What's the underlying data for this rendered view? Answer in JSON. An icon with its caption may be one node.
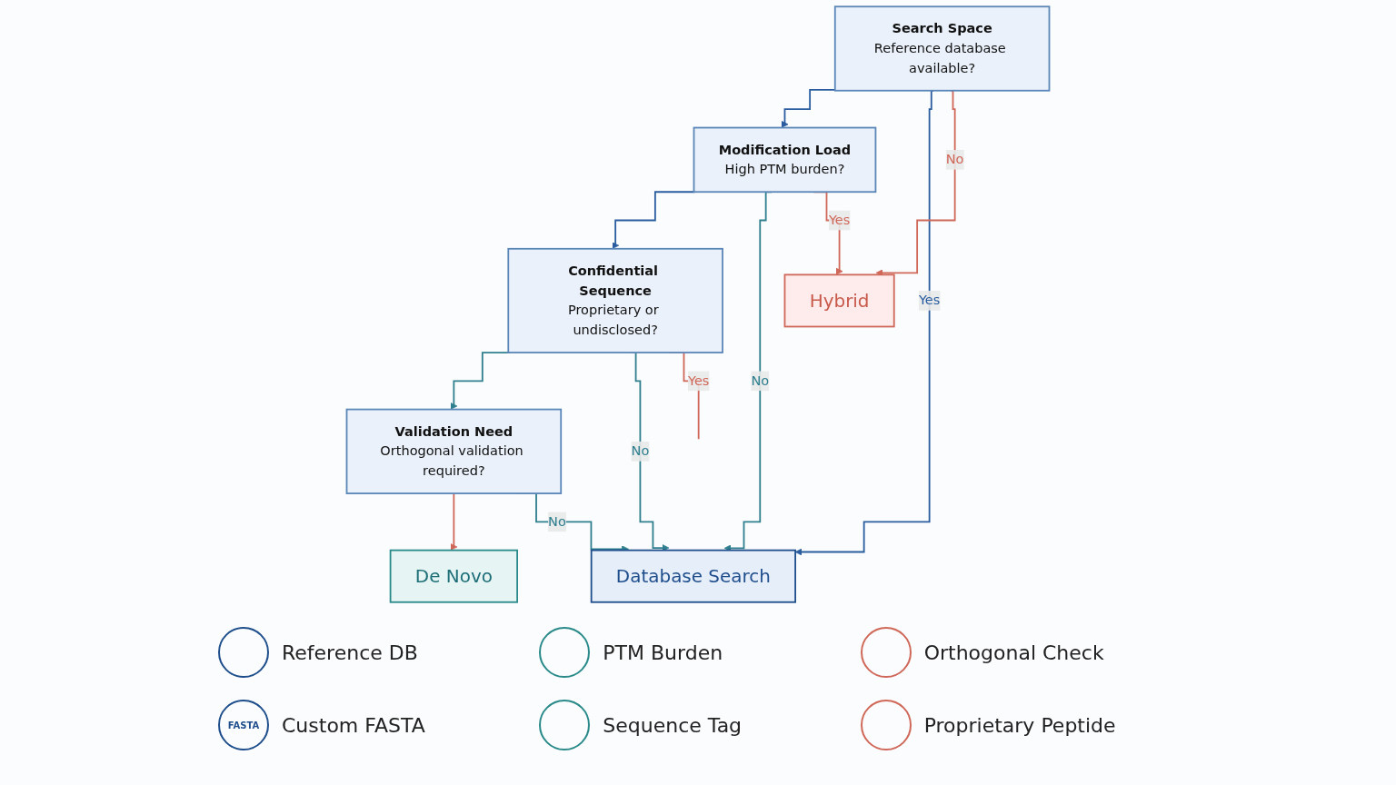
{
  "diagram": {
    "nodes": [
      {
        "text": [
          "Search Space",
          "Reference database available?"
        ]
      },
      {
        "text": [
          "Modification Load",
          "High PTM burden?"
        ]
      },
      {
        "text": [
          "Confidential Sequence",
          "Proprietary or undisclosed?"
        ]
      },
      {
        "text": [
          "Validation Need",
          "Orthogonal validation required?"
        ]
      },
      {
        "text": [
          "Database Search"
        ]
      },
      {
        "text": [
          "De Novo"
        ]
      },
      {
        "text": [
          "Hybrid"
        ]
      }
    ],
    "edges": [
      {
        "from": 0,
        "to": 1,
        "arrow": "to"
      },
      {
        "from": 1,
        "to": 2,
        "arrow": "to"
      },
      {
        "from": 2,
        "to": 3,
        "arrow": "to",
        "color": "#2f7f8f"
      },
      {
        "from": 3,
        "to": 5,
        "arrow": "to",
        "color": "#d0685a"
      },
      {
        "from": 0,
        "to": 4,
        "label": "Yes",
        "arrow": "to"
      },
      {
        "from": 1,
        "to": 4,
        "label": "No",
        "arrow": "to",
        "color": "#2f7f8f"
      },
      {
        "from": 2,
        "to": 4,
        "label": "No",
        "arrow": "to",
        "color": "#2f7f8f"
      },
      {
        "from": 3,
        "to": 4,
        "label": "No",
        "arrow": "to",
        "color": "#2f7f8f"
      },
      {
        "from": 0,
        "to": 6,
        "label": "No",
        "arrow": "to",
        "color": "#d0685a"
      },
      {
        "from": 1,
        "to": 6,
        "label": "Yes",
        "arrow": "to",
        "color": "#d0685a"
      },
      {
        "from": 2,
        "to": null,
        "label": "Yes",
        "arrow": "none",
        "color": "#d0685a"
      }
    ],
    "labels": [
      "Reference DB",
      "PTM Burden",
      "Orthogonal Check",
      "FASTA",
      "Custom FASTA",
      "Sequence Tag",
      "Proprietary Peptide"
    ]
  }
}
